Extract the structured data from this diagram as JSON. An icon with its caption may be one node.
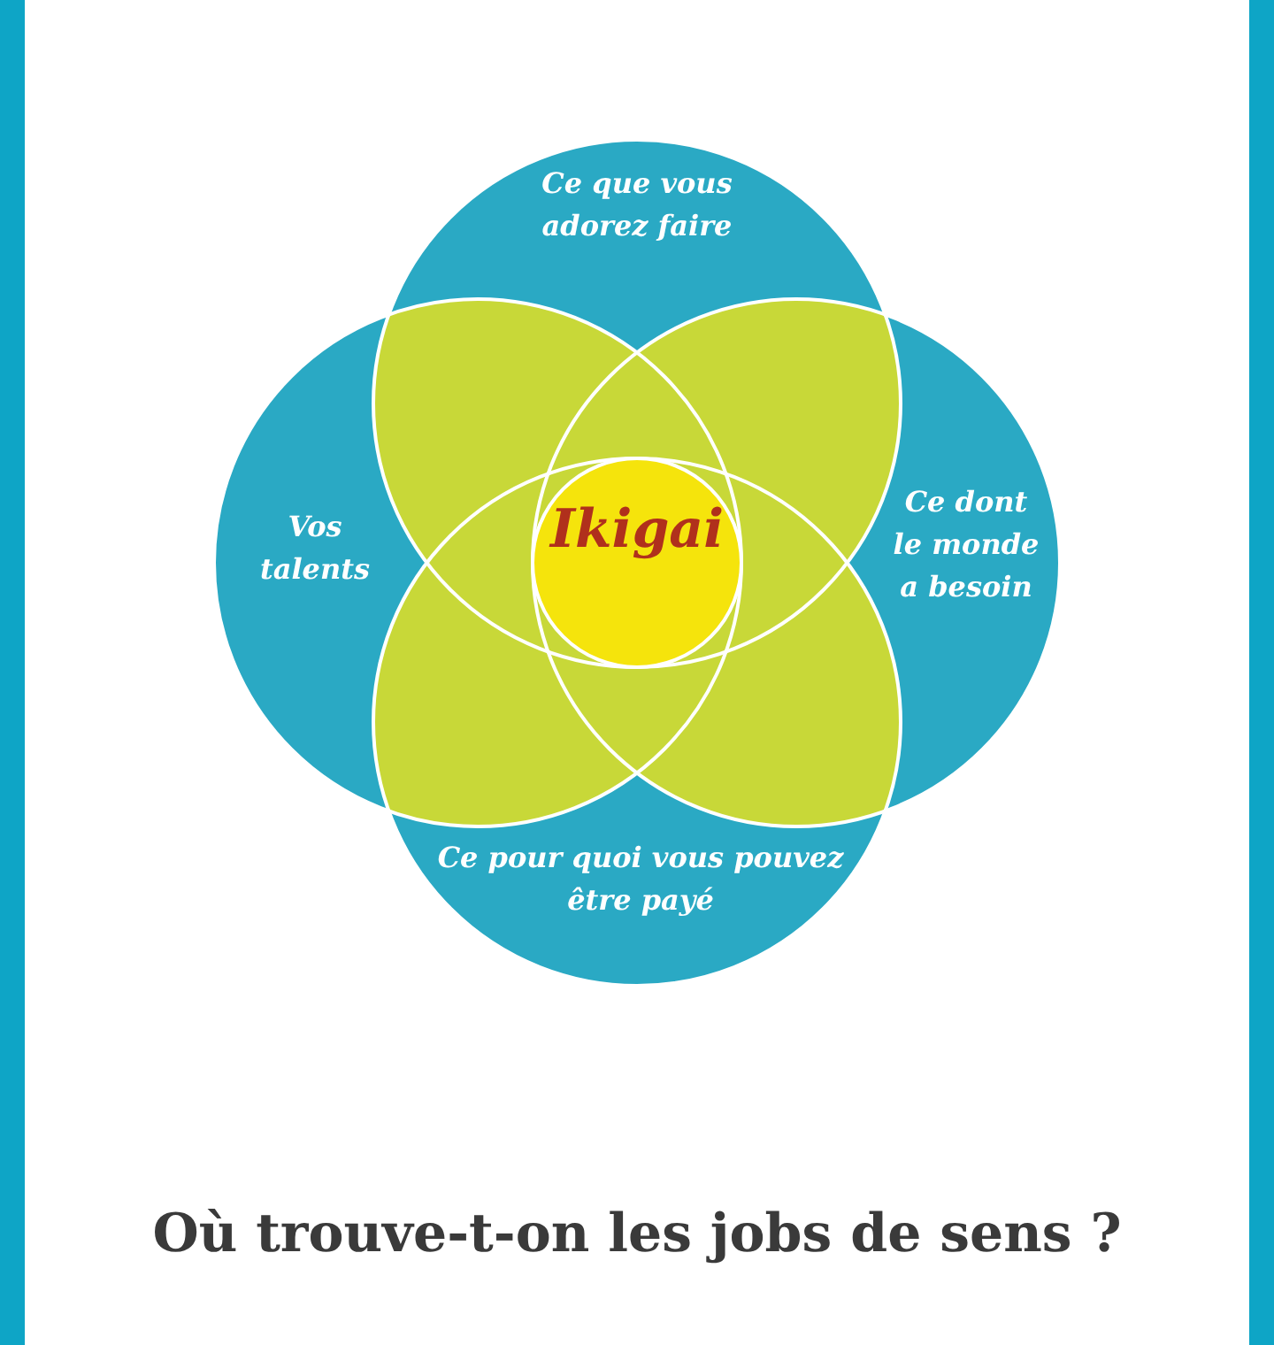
{
  "diagram": {
    "caption": "Où trouve-t-on les jobs de sens ?",
    "nodes": [
      {
        "text": [
          "Ce que vous adorez faire"
        ]
      },
      {
        "text": [
          "Vos talents"
        ]
      },
      {
        "text": [
          "Ikigai"
        ]
      },
      {
        "text": [
          "Ce dont le monde a besoin"
        ]
      },
      {
        "text": [
          "Ce pour quoi vous pouvez être payé"
        ]
      }
    ],
    "edges": []
  }
}
